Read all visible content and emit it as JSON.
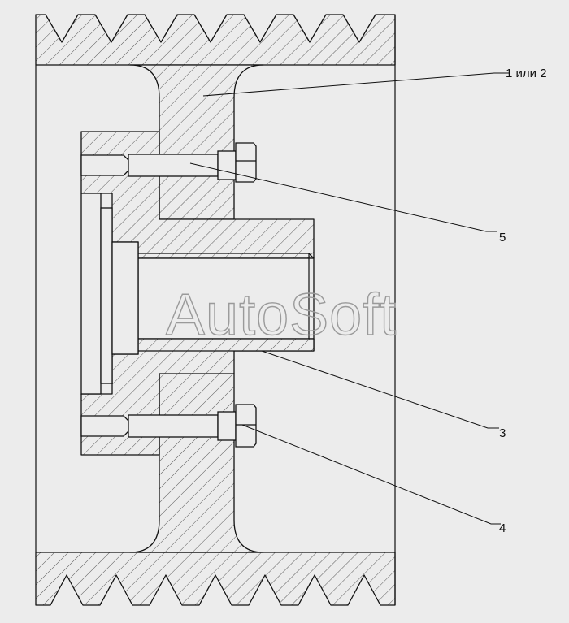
{
  "callouts": [
    {
      "id": "1",
      "label": "1 или 2"
    },
    {
      "id": "5",
      "label": "5"
    },
    {
      "id": "3",
      "label": "3"
    },
    {
      "id": "4",
      "label": "4"
    }
  ],
  "watermark": "AutoSoft",
  "colors": {
    "background": "#ececec",
    "line": "#111111",
    "watermark": "#9a9a9a"
  }
}
